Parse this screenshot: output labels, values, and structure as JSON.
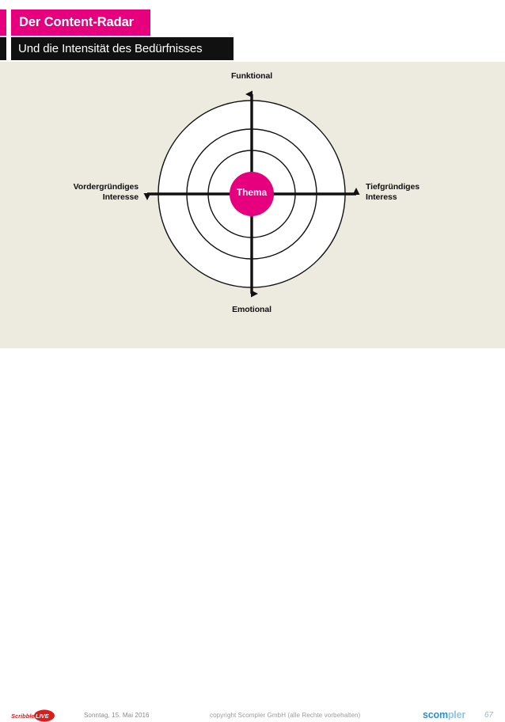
{
  "slide": {
    "title": "Der Content-Radar",
    "subtitle": "Und die Intensität des Bedürfnisses",
    "accent_color": "#E6007E",
    "subtitle_bar_color": "#111111",
    "panel_color": "#EDEAE0"
  },
  "diagram": {
    "type": "radar",
    "center_label": "Thema",
    "center_color": "#E6007E",
    "axis_labels": {
      "top": "Funktional",
      "bottom": "Emotional",
      "left": "Vordergründiges\nInteresse",
      "right": "Tiefgründiges\nInteress"
    },
    "ring_count": 3,
    "ring_radii": [
      118,
      82,
      55
    ],
    "core_radius": 28,
    "stroke_color": "#111111"
  },
  "footer": {
    "logo_left": {
      "word1": "Scribble",
      "word2": "LIVE",
      "color": "#E01B1B"
    },
    "date": "Sonntag, 15. Mai 2016",
    "copyright": "copyright Scompler GmbH (alle Rechte vorbehalten)",
    "logo_right": {
      "part1": "scom",
      "part2": "pler",
      "color1": "#2C8FCF",
      "color2": "#8FC4E8"
    },
    "page_number": "67"
  }
}
